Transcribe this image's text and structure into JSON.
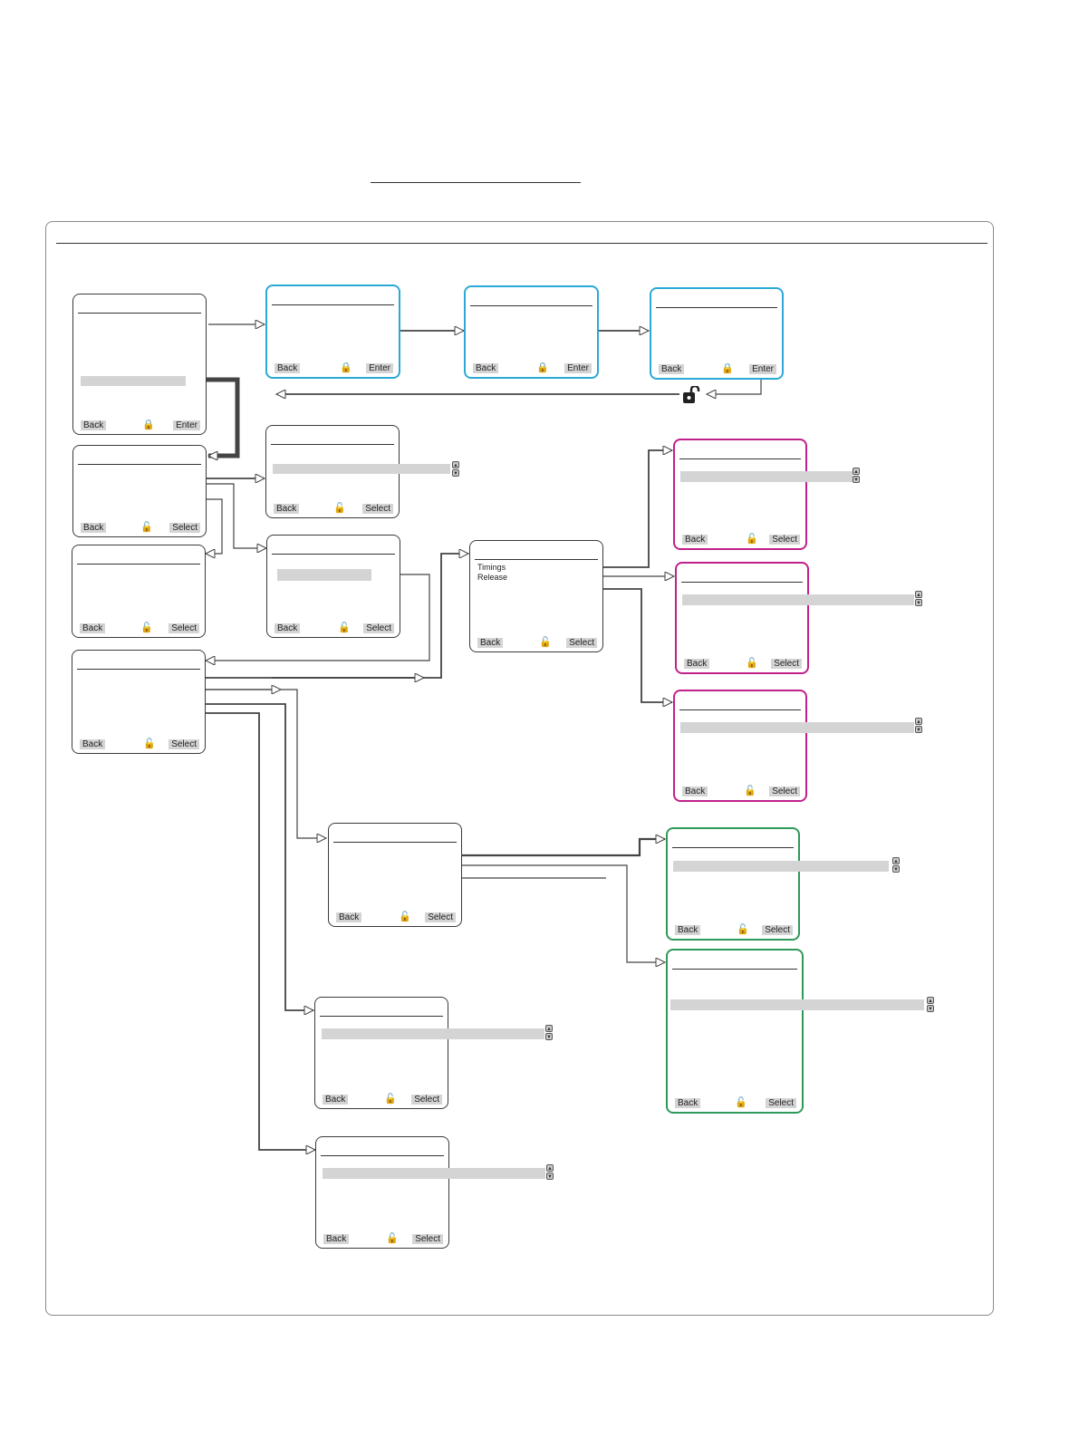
{
  "softkeys": {
    "back": "Back",
    "enter": "Enter",
    "select": "Select"
  },
  "icons": {
    "locked": "padlock-closed-icon",
    "unlocked": "padlock-open-icon",
    "scroll_up": "scroll-up-icon",
    "scroll_down": "scroll-down-icon"
  },
  "colors": {
    "password_screens": "#2aa9d6",
    "timing_screens": "#c0208a",
    "output_screens": "#2e9a5a",
    "default_border": "#3a3a3a"
  },
  "timings_menu": {
    "item1": "Timings",
    "item2": "Release"
  }
}
